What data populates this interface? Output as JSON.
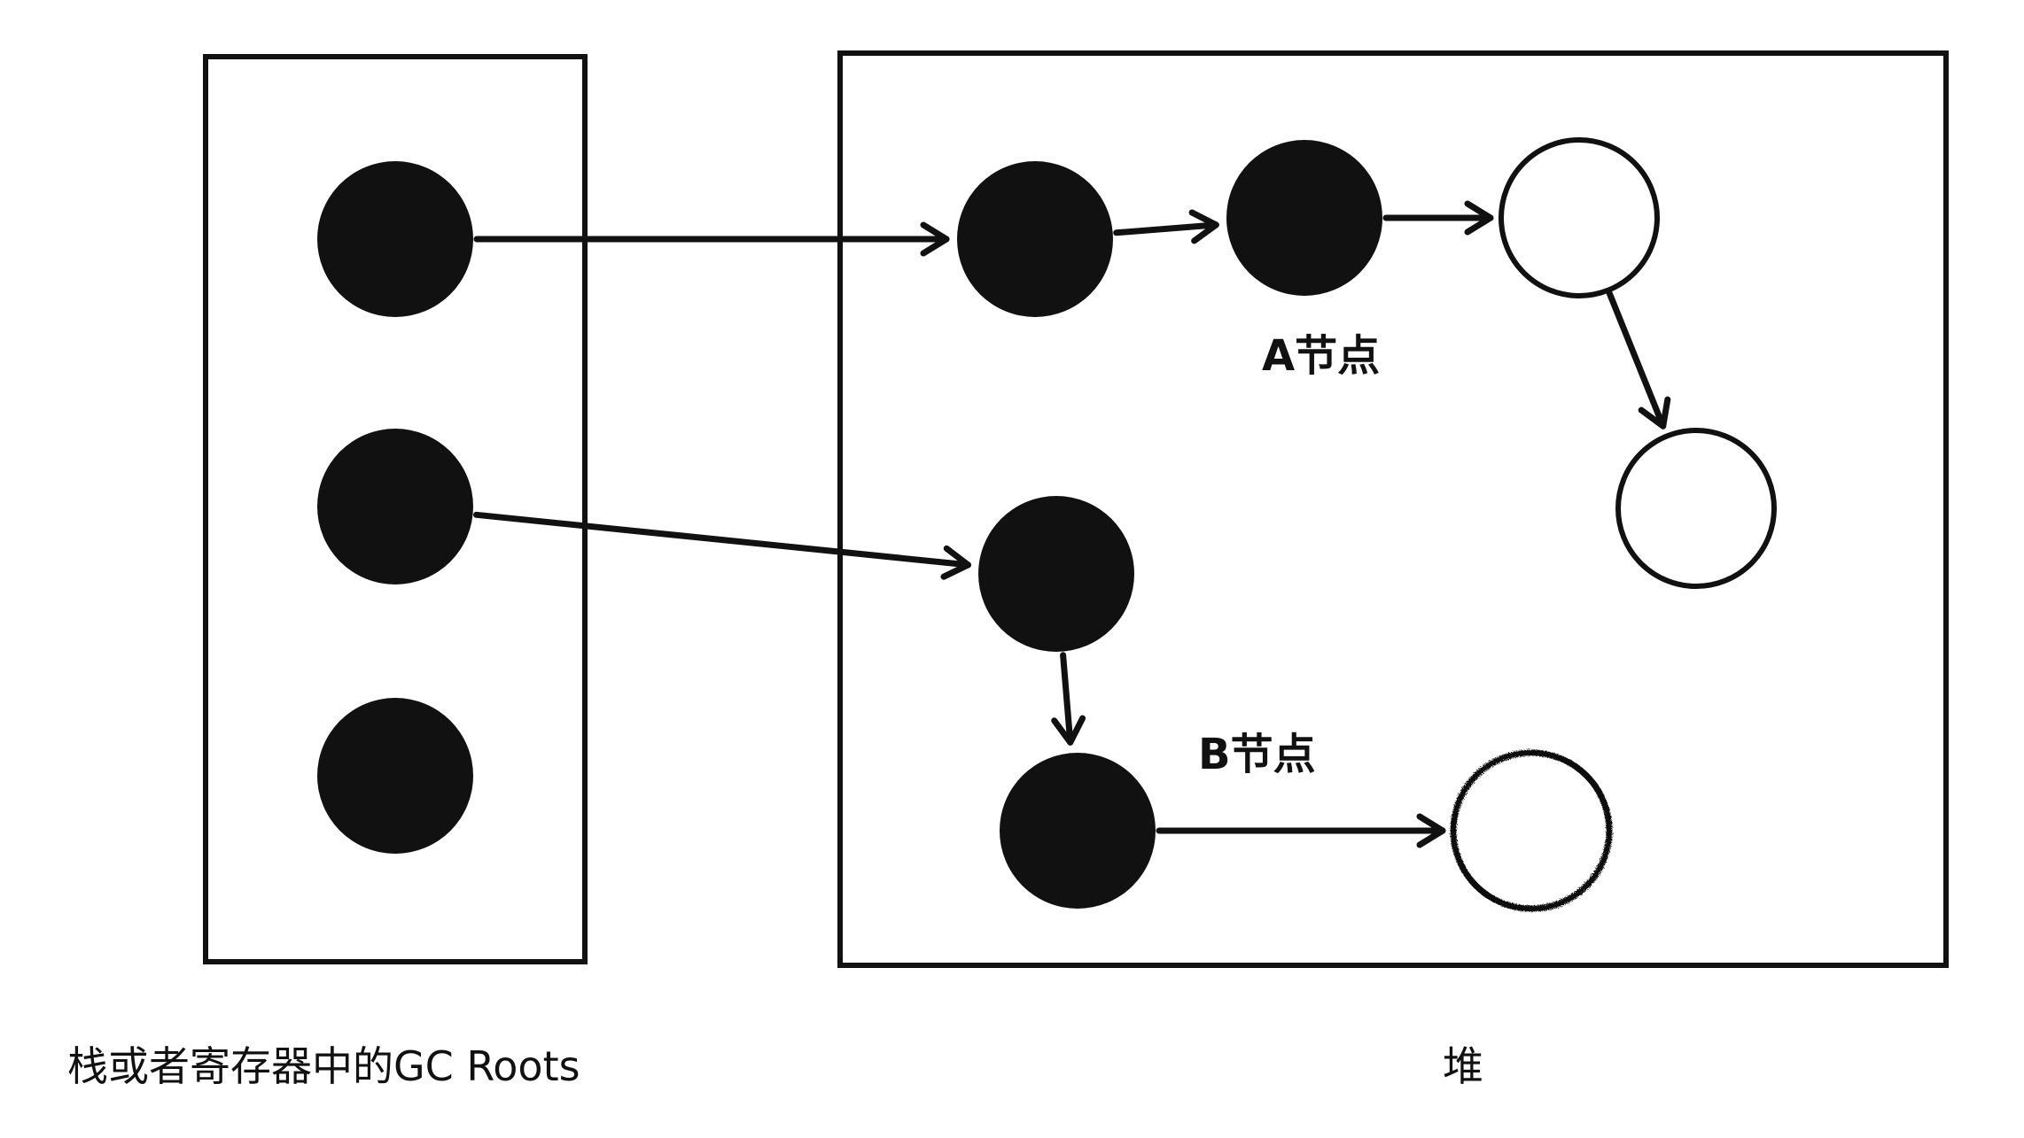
{
  "colors": {
    "ink": "#111111",
    "background": "#ffffff"
  },
  "labels": {
    "stack_caption": "栈或者寄存器中的GC Roots",
    "heap_caption": "堆",
    "node_a": "A节点",
    "node_b": "B节点"
  },
  "groups": [
    {
      "id": "stack",
      "caption_key": "stack_caption"
    },
    {
      "id": "heap",
      "caption_key": "heap_caption"
    }
  ],
  "nodes": [
    {
      "id": "root1",
      "group": "stack",
      "style": "filled"
    },
    {
      "id": "root2",
      "group": "stack",
      "style": "filled"
    },
    {
      "id": "root3",
      "group": "stack",
      "style": "filled"
    },
    {
      "id": "h1",
      "group": "heap",
      "style": "filled"
    },
    {
      "id": "a",
      "group": "heap",
      "style": "filled",
      "label_key": "node_a"
    },
    {
      "id": "h3",
      "group": "heap",
      "style": "hollow"
    },
    {
      "id": "h4",
      "group": "heap",
      "style": "hollow"
    },
    {
      "id": "h5",
      "group": "heap",
      "style": "filled"
    },
    {
      "id": "b",
      "group": "heap",
      "style": "filled",
      "label_key": "node_b"
    },
    {
      "id": "h7",
      "group": "heap",
      "style": "hollow-rough"
    }
  ],
  "edges": [
    {
      "from": "root1",
      "to": "h1"
    },
    {
      "from": "h1",
      "to": "a"
    },
    {
      "from": "a",
      "to": "h3"
    },
    {
      "from": "h3",
      "to": "h4"
    },
    {
      "from": "root2",
      "to": "h5"
    },
    {
      "from": "h5",
      "to": "b"
    },
    {
      "from": "b",
      "to": "h7"
    }
  ]
}
